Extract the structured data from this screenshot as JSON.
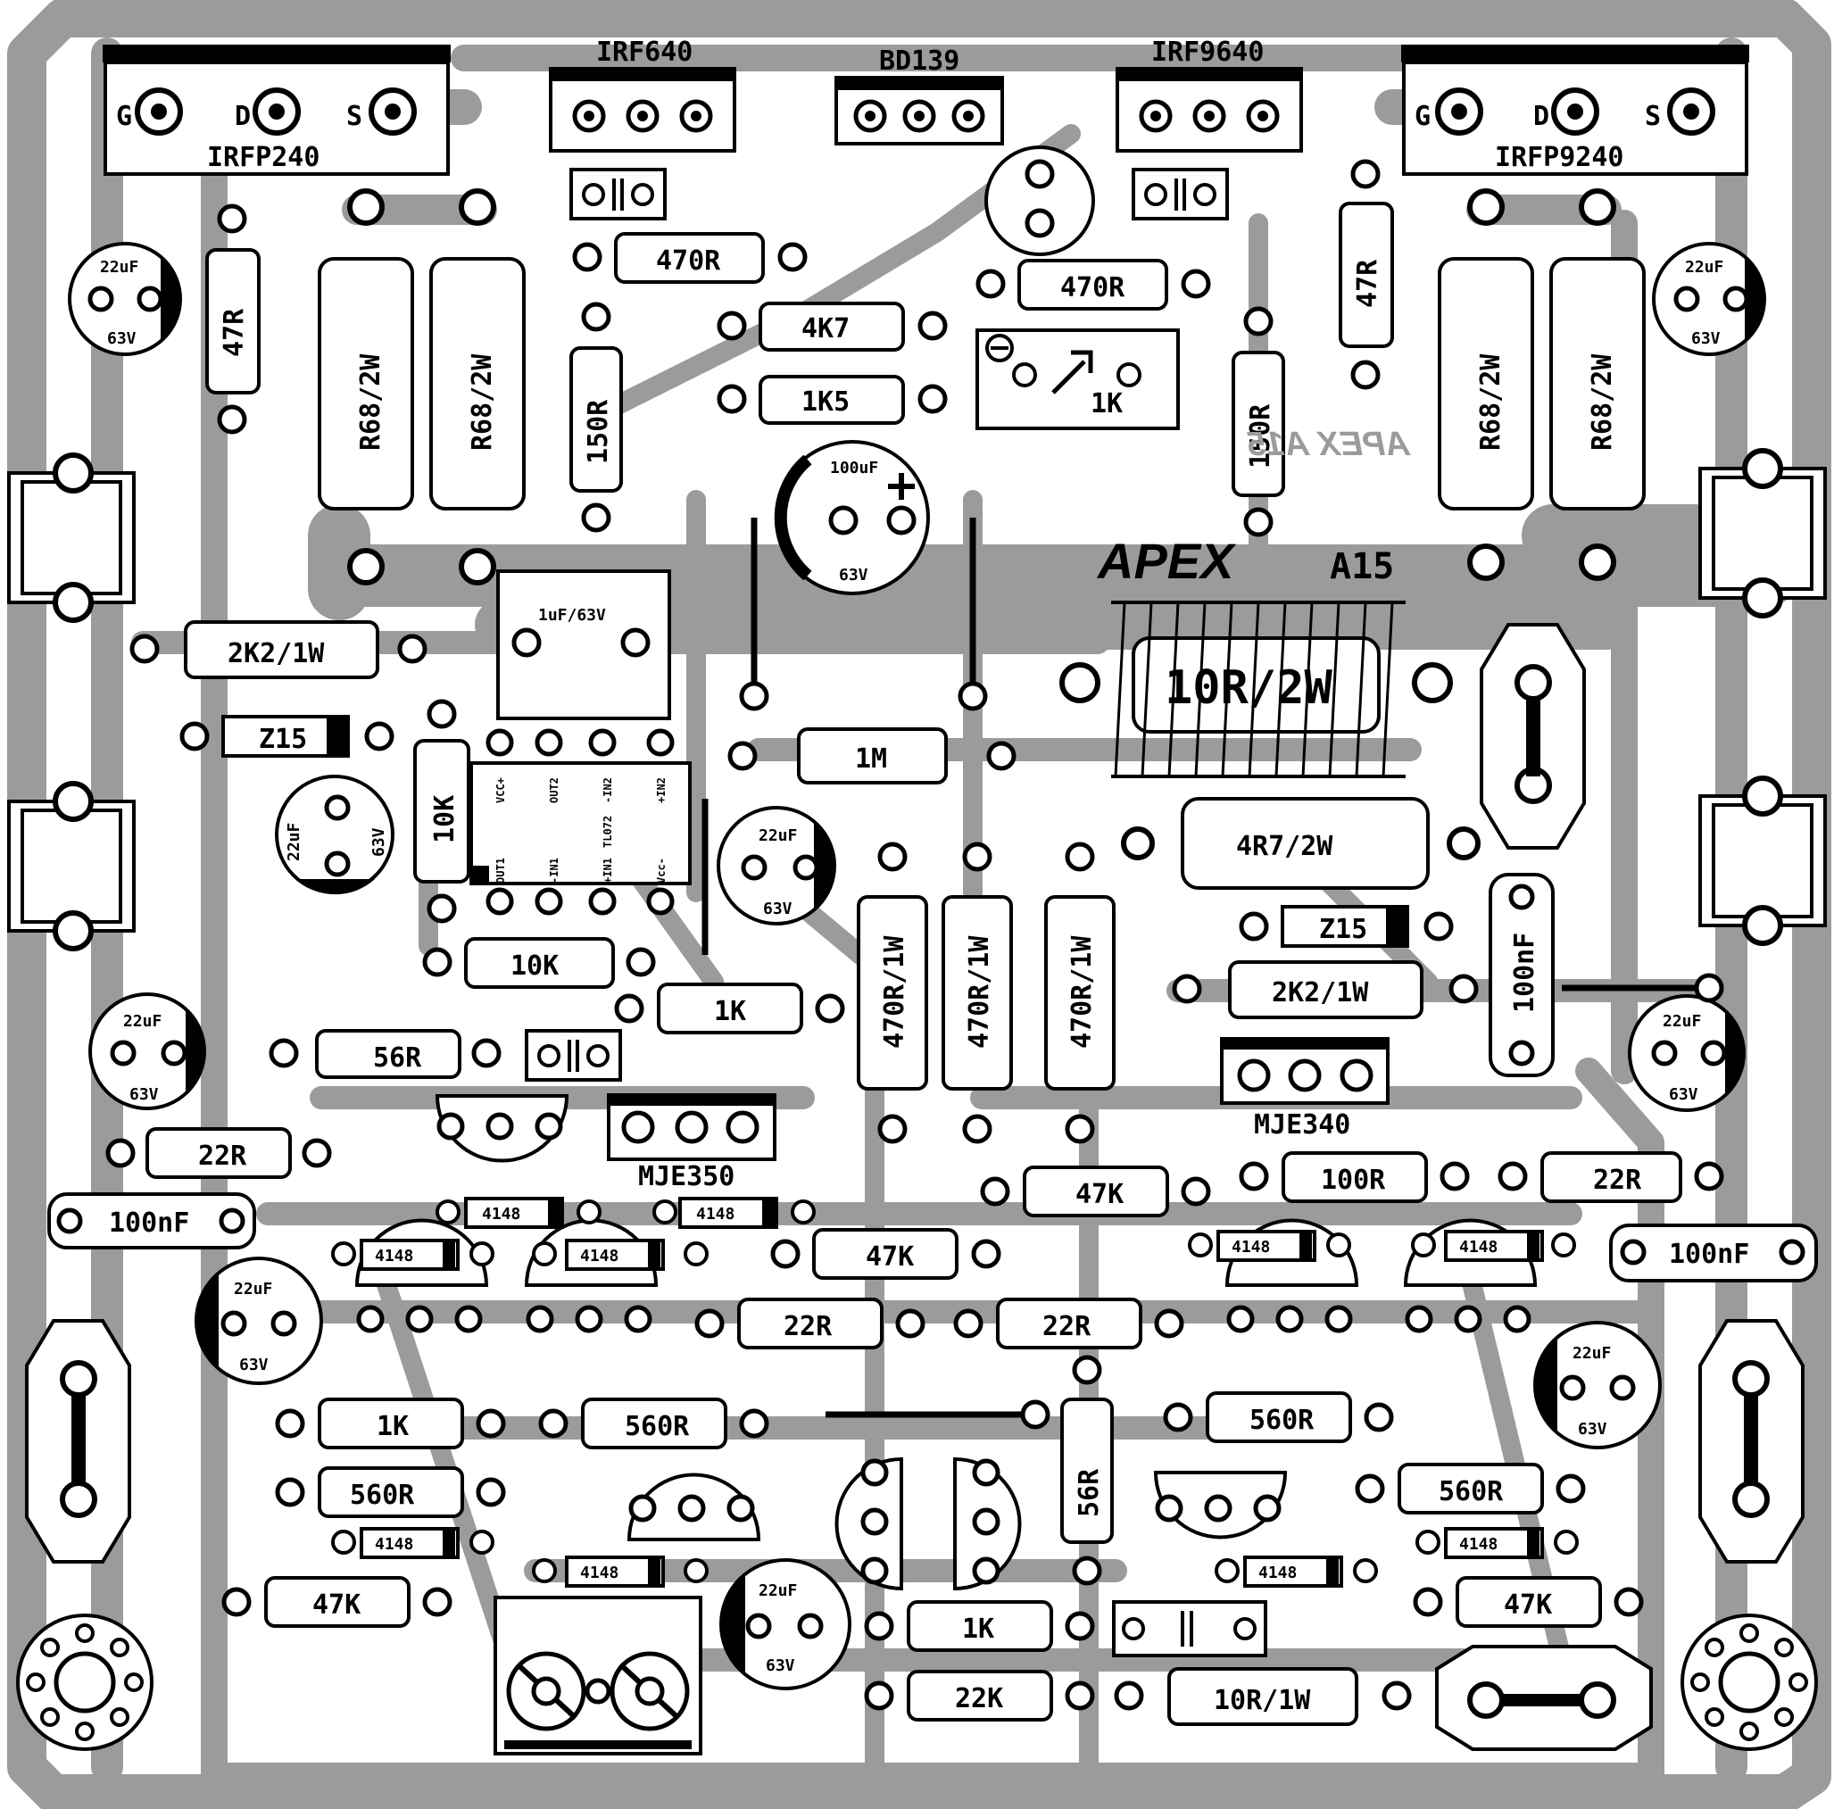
{
  "board": {
    "title": "APEX A15",
    "brand": "APEX",
    "model": "A15",
    "mirror_logo": "APEX A15",
    "colors": {
      "copper": "#9b9b9b",
      "silk": "#000000",
      "background": "#ffffff"
    }
  },
  "labels": {
    "irfp240": "IRFP240",
    "irfp9240": "IRFP9240",
    "irf640": "IRF640",
    "irf9640": "IRF9640",
    "bd139": "BD139",
    "mje340": "MJE340",
    "mje350": "MJE350",
    "tl072": "TL072",
    "pin_g": "G",
    "pin_d": "D",
    "pin_s": "S",
    "r47r": "47R",
    "r68": "R68/2W",
    "r470r": "470R",
    "r150r": "150R",
    "r4k7": "4K7",
    "r1k5": "1K5",
    "r1k": "1K",
    "r1m": "1M",
    "r2k2": "2K2/1W",
    "r10k": "10K",
    "r10r2w": "10R/2W",
    "r4r7": "4R7/2W",
    "r470r1w": "470R/1W",
    "r56r": "56R",
    "r22r": "22R",
    "r100r": "100R",
    "r47k": "47K",
    "r560r": "560R",
    "r22k": "22K",
    "r10r1w": "10R/1W",
    "z15": "Z15",
    "c100nf": "100nF",
    "c1uf": "1uF/63V",
    "c22uf": "22uF",
    "c100uf": "100uF",
    "v63": "63V",
    "d4148": "4148",
    "tl_vccp": "VCC+",
    "tl_out2": "OUT2",
    "tl_in2n": "-IN2",
    "tl_in2p": "+IN2",
    "tl_out1": "OUT1",
    "tl_in1n": "-IN1",
    "tl_in1p": "+IN1",
    "tl_vccn": "Vcc-"
  }
}
